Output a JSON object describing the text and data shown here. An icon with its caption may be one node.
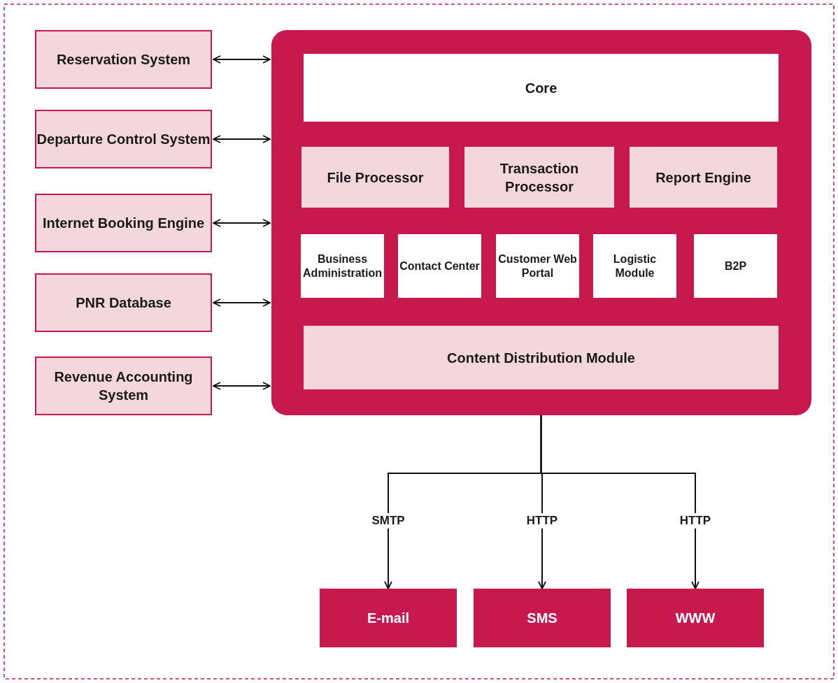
{
  "diagram": {
    "nodes": [
      {
        "text": [
          "Reservation System"
        ]
      },
      {
        "text": [
          "Departure Control System"
        ]
      },
      {
        "text": [
          "Internet Booking Engine"
        ]
      },
      {
        "text": [
          "PNR Database"
        ]
      },
      {
        "text": [
          "Revenue Accounting System"
        ]
      },
      {
        "text": [],
        "shape": "box"
      },
      {
        "text": [
          "Core"
        ],
        "in": 5
      },
      {
        "text": [
          "File Processor"
        ],
        "in": 5
      },
      {
        "text": [
          "Transaction Processor"
        ],
        "in": 5
      },
      {
        "text": [
          "Report Engine"
        ],
        "in": 5
      },
      {
        "text": [
          "Business Administration"
        ],
        "in": 5
      },
      {
        "text": [
          "Contact Center"
        ],
        "in": 5
      },
      {
        "text": [
          "Customer Web Portal"
        ],
        "in": 5
      },
      {
        "text": [
          "Logistic Module"
        ],
        "in": 5
      },
      {
        "text": [
          "B2P"
        ],
        "in": 5
      },
      {
        "text": [
          "Content Distribution Module"
        ],
        "in": 5
      },
      {
        "text": [
          "E-mail"
        ]
      },
      {
        "text": [
          "SMS"
        ]
      },
      {
        "text": [
          "WWW"
        ]
      }
    ],
    "edges": [
      {
        "from": 0,
        "to": 5,
        "arrow": "both"
      },
      {
        "from": 1,
        "to": 5,
        "arrow": "both"
      },
      {
        "from": 2,
        "to": 5,
        "arrow": "both"
      },
      {
        "from": 3,
        "to": 5,
        "arrow": "both"
      },
      {
        "from": 4,
        "to": 5,
        "arrow": "both"
      },
      {
        "from": 15,
        "to": 16,
        "arrow": "to",
        "label": "SMTP"
      },
      {
        "from": 15,
        "to": 17,
        "arrow": "to",
        "label": "HTTP"
      },
      {
        "from": 15,
        "to": 18,
        "arrow": "to",
        "label": "HTTP"
      }
    ]
  }
}
